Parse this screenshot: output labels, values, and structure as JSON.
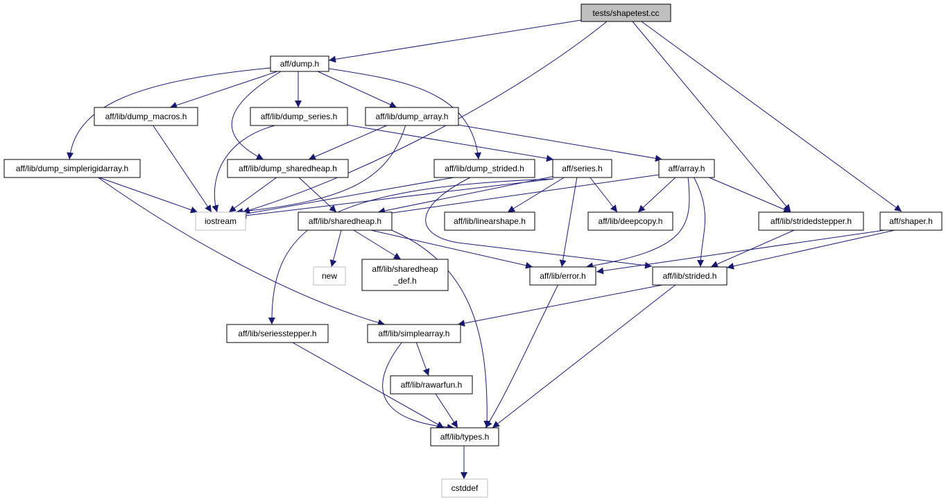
{
  "diagram": {
    "title": "",
    "colors": {
      "edge": "#191970",
      "root_fill": "#bfbfbf",
      "node_border": "#000000",
      "system_header_border": "#bfbfbf"
    },
    "nodes": {
      "root": "tests/shapetest.cc",
      "dump": "aff/dump.h",
      "dump_macros": "aff/lib/dump_macros.h",
      "dump_series": "aff/lib/dump_series.h",
      "dump_array": "aff/lib/dump_array.h",
      "dump_simplerigidarray": "aff/lib/dump_simplerigidarray.h",
      "dump_sharedheap": "aff/lib/dump_sharedheap.h",
      "dump_strided": "aff/lib/dump_strided.h",
      "series": "aff/series.h",
      "array": "aff/array.h",
      "iostream": "iostream",
      "sharedheap": "aff/lib/sharedheap.h",
      "linearshape": "aff/lib/linearshape.h",
      "deepcopy": "aff/lib/deepcopy.h",
      "stridedstepper": "aff/lib/stridedstepper.h",
      "shaper": "aff/shaper.h",
      "new": "new",
      "sharedheap_def_1": "aff/lib/sharedheap",
      "sharedheap_def_2": "_def.h",
      "error": "aff/lib/error.h",
      "strided": "aff/lib/strided.h",
      "seriesstepper": "aff/lib/seriesstepper.h",
      "simplearray": "aff/lib/simplearray.h",
      "rawarfun": "aff/lib/rawarfun.h",
      "types": "aff/lib/types.h",
      "cstddef": "cstddef"
    }
  }
}
